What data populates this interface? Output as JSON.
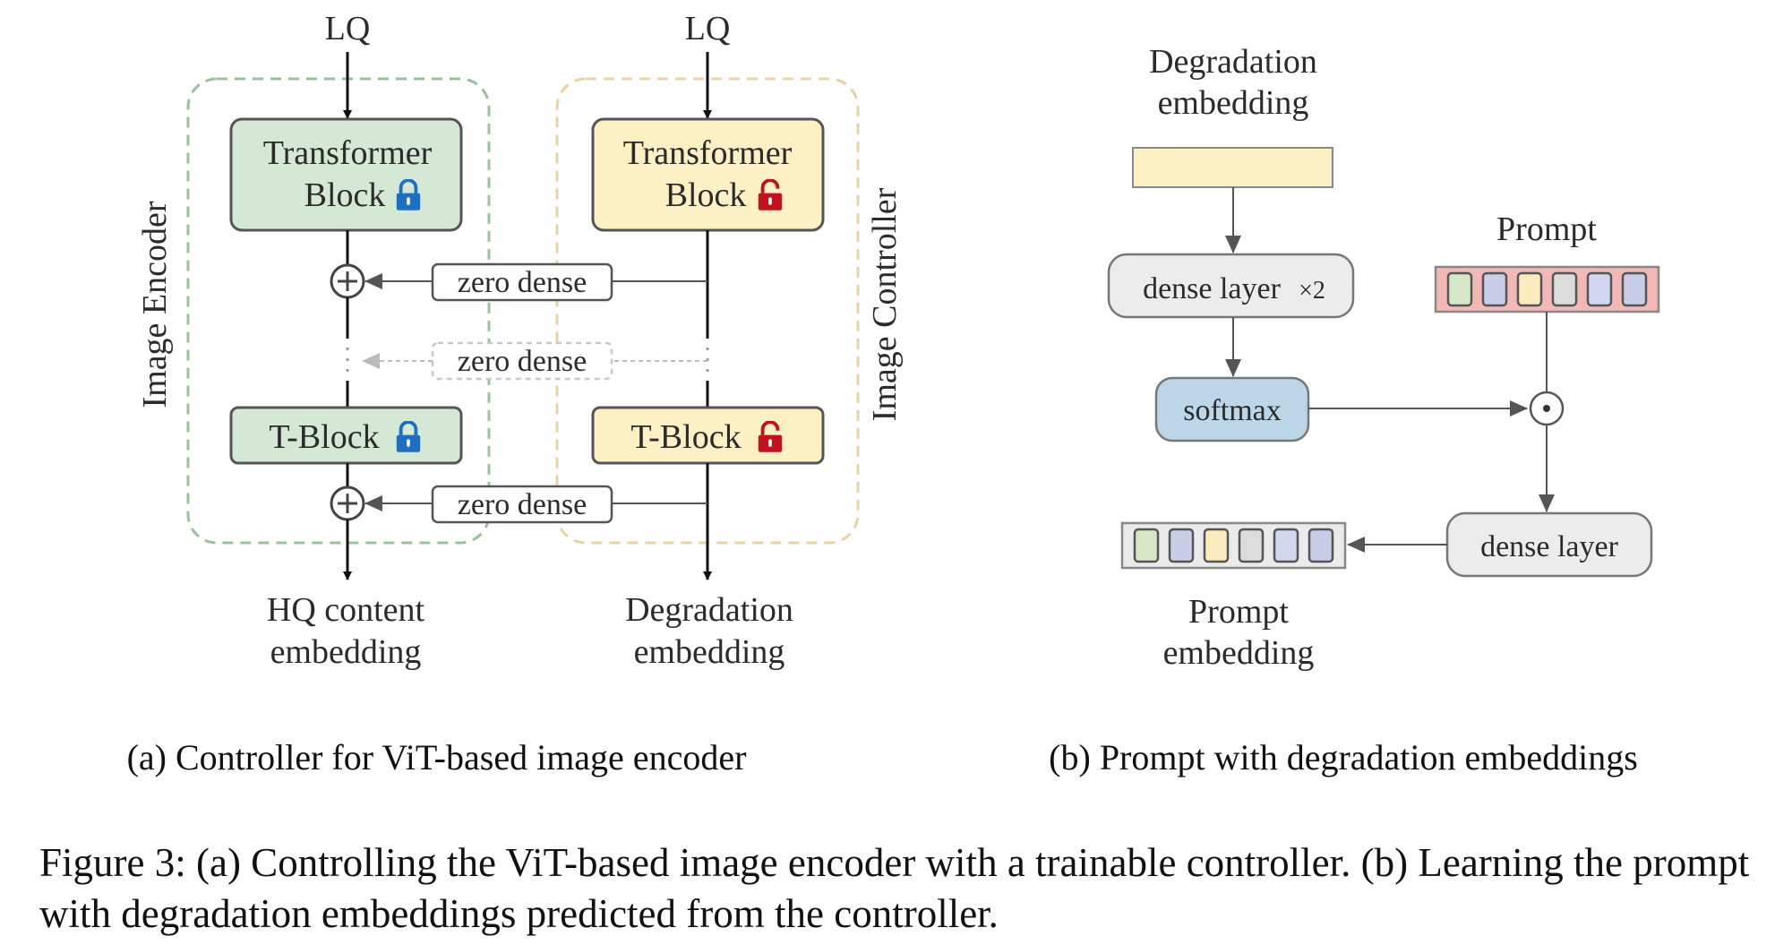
{
  "colors": {
    "encoder_fill": "#d4e8d5",
    "encoder_frame": "#9cc09e",
    "encoder_label": "#4f8a3f",
    "controller_fill": "#fdf0c4",
    "controller_frame": "#e6d3a6",
    "controller_label": "#c9a227",
    "lock_blue": "#1f6fbf",
    "lock_red": "#c0141c",
    "softmax_fill": "#bcd6e8",
    "prompt_fill": "#f2b8b8",
    "dense_fill": "#ececec",
    "token_colors": [
      "#d6e7c8",
      "#c9cde8",
      "#fdebc0",
      "#dcdcdc",
      "#d3d6ee",
      "#c9cde8"
    ]
  },
  "icons": {
    "locked": "lock-closed-icon",
    "unlocked": "lock-open-icon",
    "add": "circle-plus-icon",
    "multiply": "circle-dot-icon"
  },
  "panel_a": {
    "input_left": "LQ",
    "input_right": "LQ",
    "encoder_label": "Image Encoder",
    "controller_label": "Image Controller",
    "enc_block1": [
      "Transformer",
      "Block"
    ],
    "ctrl_block1": [
      "Transformer",
      "Block"
    ],
    "enc_block2": "T-Block",
    "ctrl_block2": "T-Block",
    "zero_dense_1": "zero dense",
    "zero_dense_2": "zero dense",
    "zero_dense_3": "zero dense",
    "out_left": [
      "HQ content",
      "embedding"
    ],
    "out_right": [
      "Degradation",
      "embedding"
    ]
  },
  "panel_b": {
    "deg_label": [
      "Degradation",
      "embedding"
    ],
    "dense_x2": "dense layer",
    "times_two": "×2",
    "softmax": "softmax",
    "prompt_label": "Prompt",
    "dense_layer": "dense layer",
    "out_label": [
      "Prompt",
      "embedding"
    ]
  },
  "captions": {
    "sub_a": "(a) Controller for ViT-based image encoder",
    "sub_b": "(b) Prompt with degradation embeddings",
    "figure": "Figure 3: (a) Controlling the ViT-based image encoder with a trainable controller. (b) Learning the prompt with degradation embeddings predicted from the controller."
  }
}
